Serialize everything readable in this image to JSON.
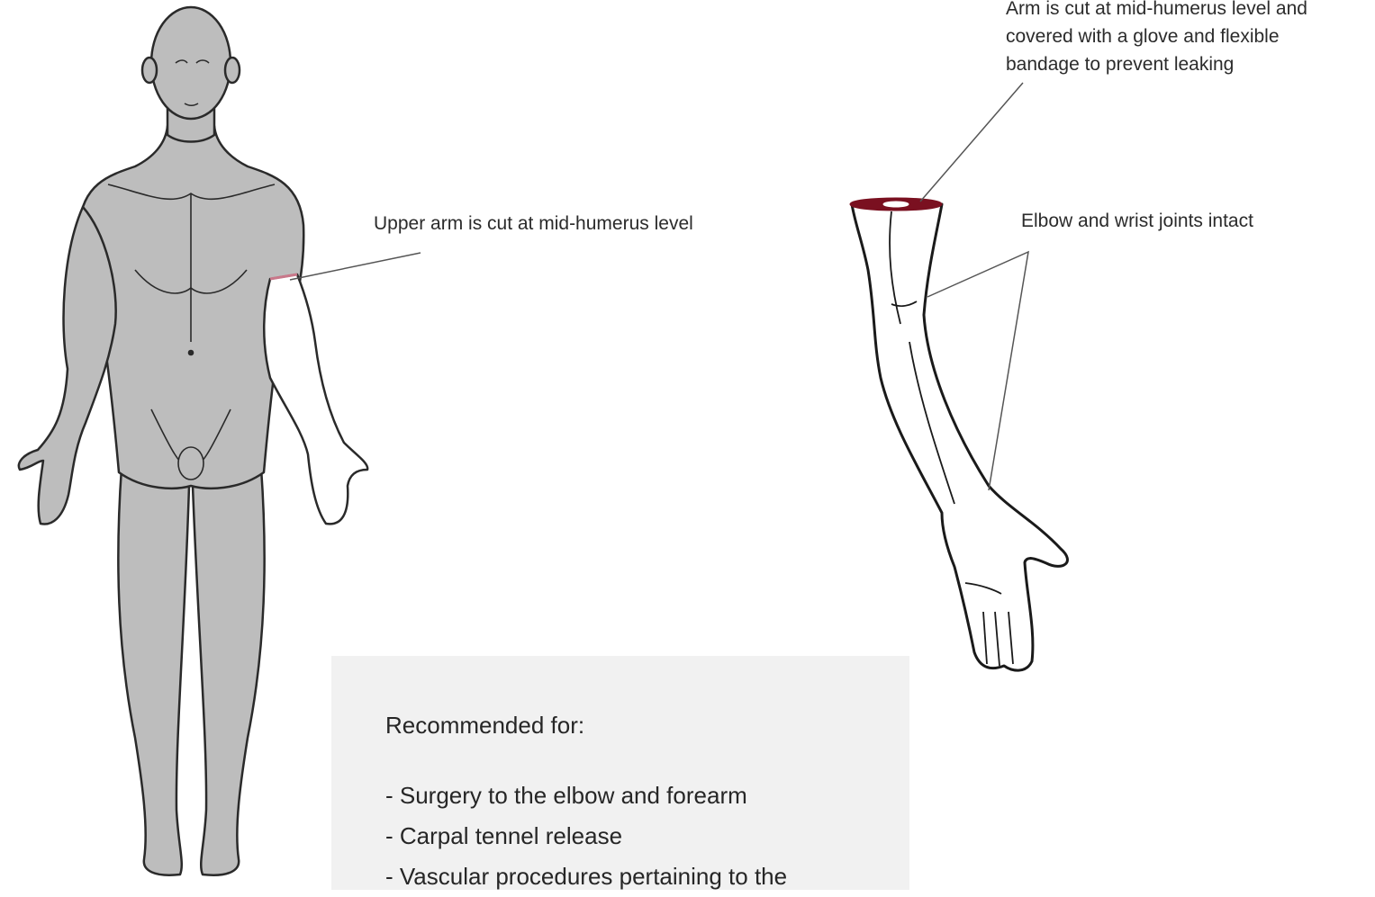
{
  "labels": {
    "upper_arm": "Upper arm is cut at mid-humerus level",
    "joints": "Elbow and wrist joints intact",
    "glove": [
      "Arm is cut at mid-humerus level and",
      "covered with a glove and flexible",
      "bandage to prevent leaking"
    ]
  },
  "recommended": {
    "title": "Recommended for:",
    "items": [
      "- Surgery to the elbow and forearm",
      "- Carpal tennel release",
      "- Vascular procedures pertaining to the"
    ]
  },
  "colors": {
    "body_fill": "#bdbdbd",
    "outline": "#2a2a2a",
    "cut_mark": "#7a1020",
    "leader_line": "#555555",
    "box_fill": "#f1f1f1"
  }
}
